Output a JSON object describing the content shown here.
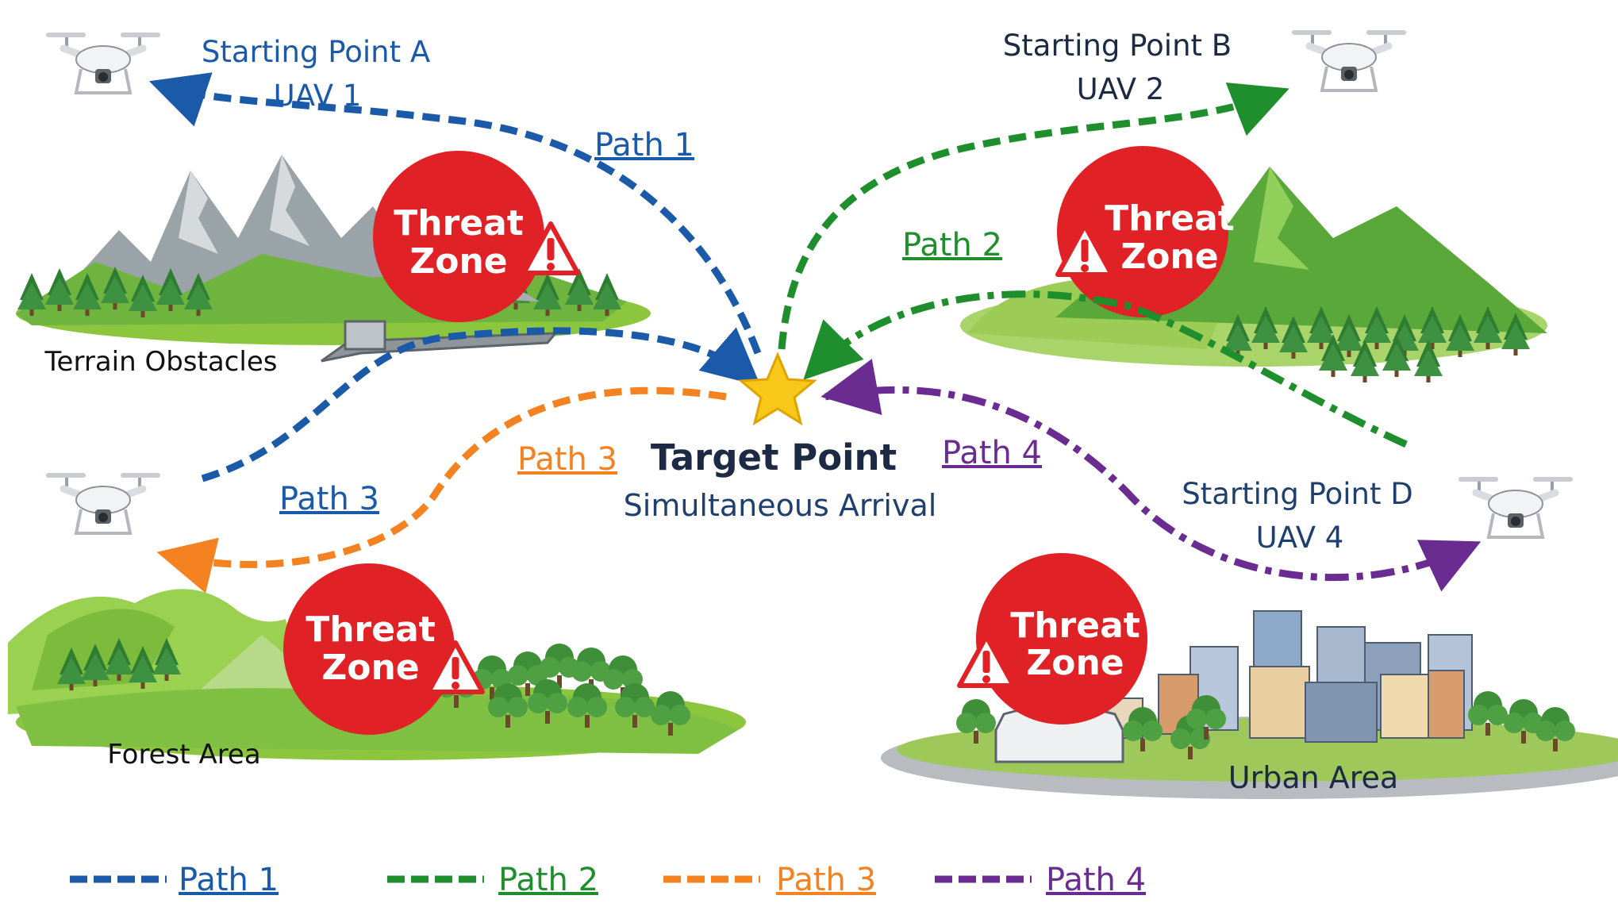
{
  "colors": {
    "path1": "#1a5aa8",
    "path2": "#1e8f2c",
    "path3": "#f58220",
    "path4": "#6a2c91",
    "threat": "#e02226",
    "target_text": "#1c2a44",
    "start_text": "#1f3f6e",
    "star": "#f7c81a"
  },
  "starts": {
    "a": {
      "title": "Starting Point A",
      "uav": "UAV 1"
    },
    "b": {
      "title": "Starting Point B",
      "uav": "UAV 2"
    },
    "d": {
      "title": "Starting Point D",
      "uav": "UAV 4"
    }
  },
  "target": {
    "title": "Target Point",
    "subtitle": "Simultaneous Arrival"
  },
  "path_labels": {
    "p1": "Path 1",
    "p2": "Path 2",
    "p3_orange": "Path 3",
    "p3_blue": "Path 3",
    "p4": "Path 4"
  },
  "threat": {
    "line1": "Threat",
    "line2": "Zone"
  },
  "areas": {
    "terrain": "Terrain Obstacles",
    "forest": "Forest Area",
    "urban": "Urban Area"
  },
  "legend": [
    {
      "label": "Path 1",
      "color": "#1a5aa8"
    },
    {
      "label": "Path 2",
      "color": "#1e8f2c"
    },
    {
      "label": "Path 3",
      "color": "#f58220"
    },
    {
      "label": "Path 4",
      "color": "#6a2c91"
    }
  ]
}
